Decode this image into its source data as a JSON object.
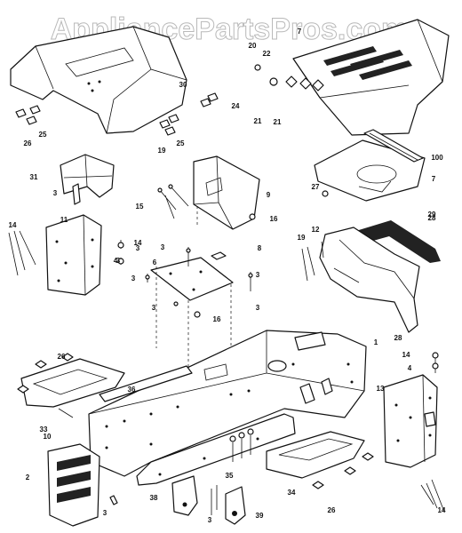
{
  "watermark": "AppliancePartsPros.com",
  "callouts": [
    "1",
    "2",
    "3",
    "3",
    "3",
    "3",
    "3",
    "3",
    "3",
    "3",
    "3",
    "3",
    "4",
    "4",
    "6",
    "7",
    "7",
    "8",
    "9",
    "10",
    "11",
    "12",
    "13",
    "14",
    "14",
    "14",
    "14",
    "15",
    "16",
    "16",
    "19",
    "19",
    "20",
    "21",
    "21",
    "22",
    "24",
    "25",
    "25",
    "26",
    "26",
    "26",
    "27",
    "28",
    "28",
    "29",
    "30",
    "31",
    "33",
    "34",
    "35",
    "36",
    "38",
    "39",
    "100"
  ]
}
